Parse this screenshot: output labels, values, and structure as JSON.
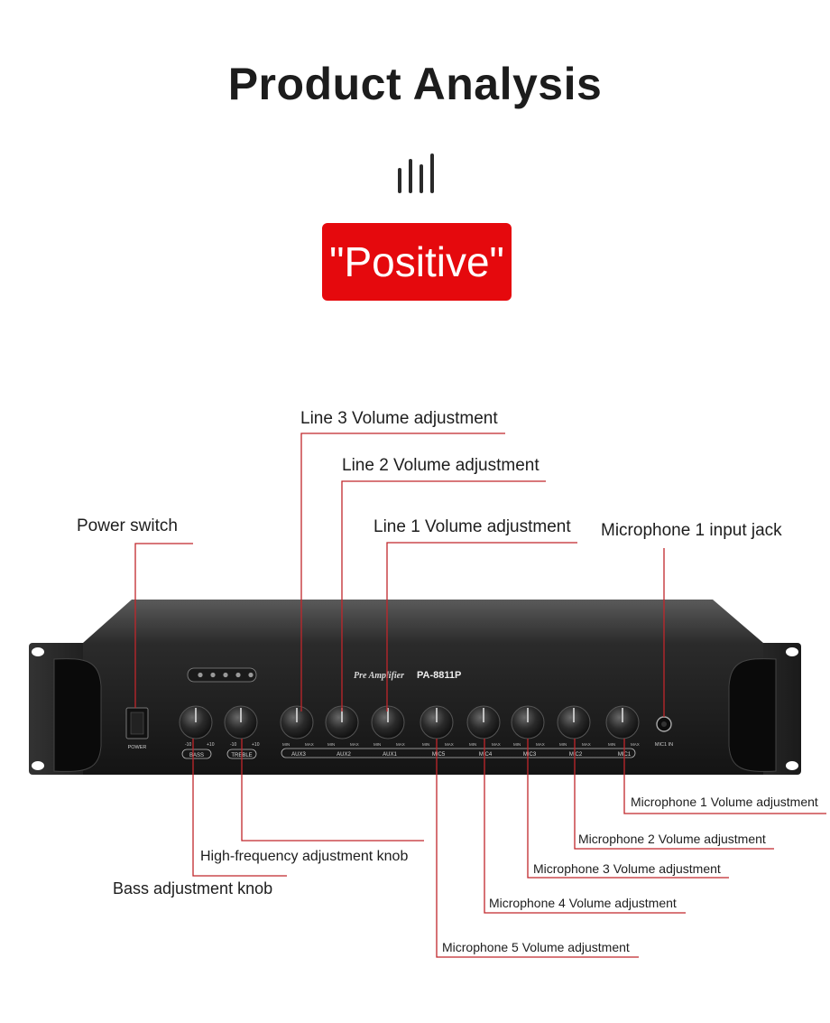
{
  "header": {
    "title": "Product Analysis",
    "badge_text": "\"Positive\"",
    "accent_color": "#e5090d",
    "icon": "signal-bars-icon"
  },
  "device": {
    "brand_text": "Pre Amplifier",
    "model": "PA-8811P",
    "power_label": "POWER",
    "jack_label": "MIC1 IN",
    "tone_labels": [
      "BASS",
      "TREBLE"
    ],
    "tone_scale_min": "-10",
    "tone_scale_max": "+10",
    "knob_scale_min": "MIN",
    "knob_scale_max": "MAX",
    "channel_labels": [
      "AUX3",
      "AUX2",
      "AUX1",
      "MIC5",
      "MIC4",
      "MIC3",
      "MIC2",
      "MIC1"
    ],
    "line_color": "#c0262b"
  },
  "callouts": {
    "line3": "Line 3 Volume adjustment",
    "line2": "Line 2 Volume adjustment",
    "line1": "Line 1 Volume adjustment",
    "power": "Power switch",
    "mic1_jack": "Microphone 1 input jack",
    "treble": "High-frequency adjustment knob",
    "bass": "Bass adjustment knob",
    "mic1_vol": "Microphone 1 Volume adjustment",
    "mic2_vol": "Microphone 2 Volume adjustment",
    "mic3_vol": "Microphone 3 Volume adjustment",
    "mic4_vol": "Microphone 4 Volume adjustment",
    "mic5_vol": "Microphone 5 Volume adjustment"
  }
}
